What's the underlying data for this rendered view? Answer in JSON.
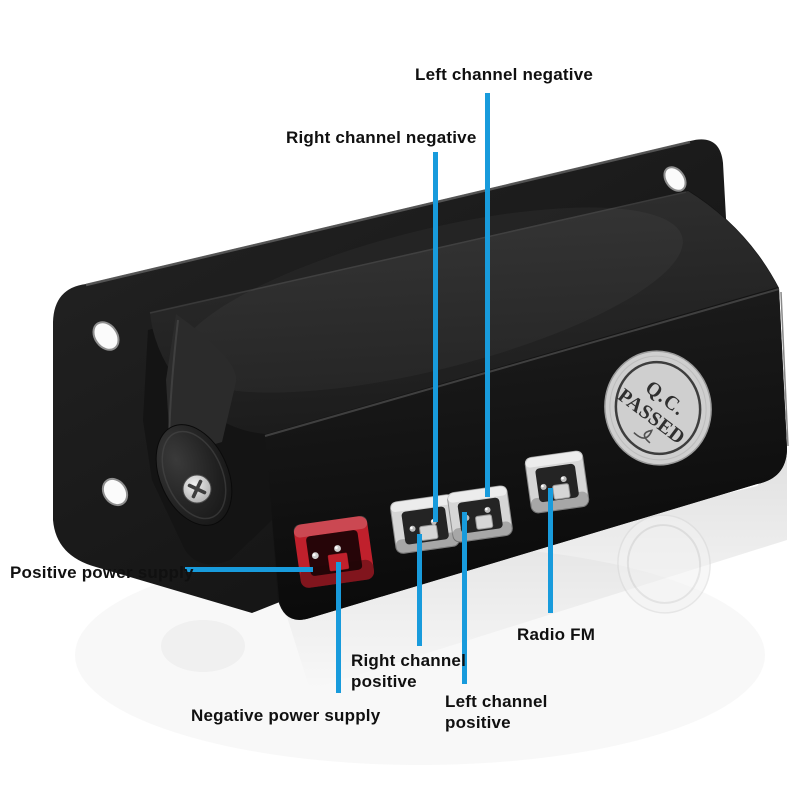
{
  "colors": {
    "background": "#ffffff",
    "callout_line": "#189bdc",
    "label_text": "#101010",
    "device_body": "#1a1a1a",
    "power_connector": "#c0202c",
    "signal_connector": "#d6d6d6",
    "sticker": "#cfcfcf"
  },
  "labels": {
    "left_channel_negative": "Left channel negative",
    "right_channel_negative": "Right channel negative",
    "positive_power_supply": "Positive power supply",
    "negative_power_supply": "Negative power supply",
    "right_channel_positive": "Right channel positive",
    "left_channel_positive": "Left channel positive",
    "radio_fm": "Radio FM"
  },
  "qc_stamp": {
    "line1": "Q.C.",
    "line2": "PASSED"
  }
}
